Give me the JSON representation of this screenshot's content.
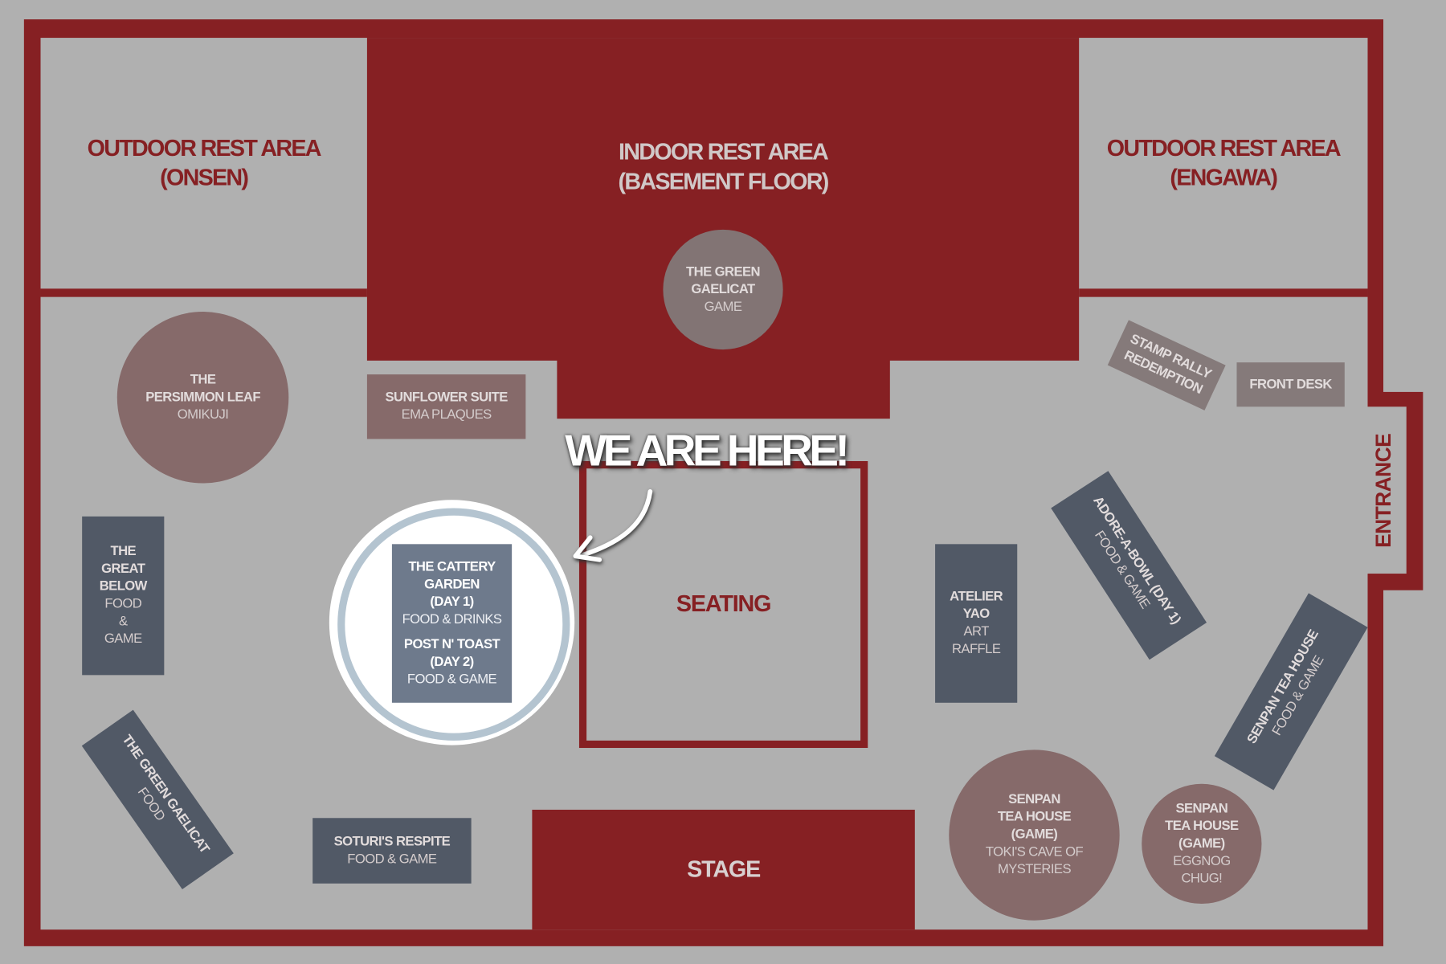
{
  "colors": {
    "wall": "#862023",
    "floor": "#b0b0b0",
    "slate": "#515966",
    "mauve": "#866a6a",
    "highlight": "#6e7a8c"
  },
  "zones": {
    "onsen": {
      "line1": "OUTDOOR REST AREA",
      "line2": "(ONSEN)"
    },
    "indoor": {
      "line1": "INDOOR REST AREA",
      "line2": "(BASEMENT FLOOR)"
    },
    "engawa": {
      "line1": "OUTDOOR REST AREA",
      "line2": "(ENGAWA)"
    },
    "seating": "SEATING",
    "stage": "STAGE",
    "entrance": "ENTRANCE"
  },
  "marker": {
    "label": "WE ARE HERE!"
  },
  "booths": {
    "gaelicat_game": {
      "title1": "THE GREEN",
      "title2": "GAELICAT",
      "sub": "GAME"
    },
    "persimmon": {
      "title1": "THE",
      "title2": "PERSIMMON LEAF",
      "sub": "OMIKUJI"
    },
    "sunflower": {
      "title": "SUNFLOWER SUITE",
      "sub": "EMA PLAQUES"
    },
    "stamp_rally": {
      "line1": "STAMP RALLY",
      "line2": "REDEMPTION"
    },
    "front_desk": {
      "title": "FRONT DESK"
    },
    "great_below": {
      "t1": "THE",
      "t2": "GREAT",
      "t3": "BELOW",
      "s1": "FOOD",
      "s2": "&",
      "s3": "GAME"
    },
    "cattery": {
      "t1": "THE CATTERY",
      "t2": "GARDEN",
      "t3": "(DAY 1)",
      "s1": "FOOD & DRINKS",
      "t4": "POST N' TOAST",
      "t5": "(DAY 2)",
      "s2": "FOOD & GAME"
    },
    "gaelicat_food": {
      "title": "THE GREEN GAELICAT",
      "sub": "FOOD"
    },
    "soturi": {
      "title": "SOTURI'S RESPITE",
      "sub": "FOOD & GAME"
    },
    "atelier": {
      "t1": "ATELIER",
      "t2": "YAO",
      "s1": "ART",
      "s2": "RAFFLE"
    },
    "adore": {
      "title": "ADORE-A-BOWL (DAY 1)",
      "sub": "FOOD & GAME"
    },
    "senpan_stall": {
      "title": "SENPAN TEA HOUSE",
      "sub": "FOOD & GAME"
    },
    "senpan_toki": {
      "t1": "SENPAN",
      "t2": "TEA HOUSE",
      "t3": "(GAME)",
      "s1": "TOKI'S CAVE OF",
      "s2": "MYSTERIES"
    },
    "senpan_eggnog": {
      "t1": "SENPAN",
      "t2": "TEA HOUSE",
      "t3": "(GAME)",
      "s1": "EGGNOG",
      "s2": "CHUG!"
    }
  }
}
